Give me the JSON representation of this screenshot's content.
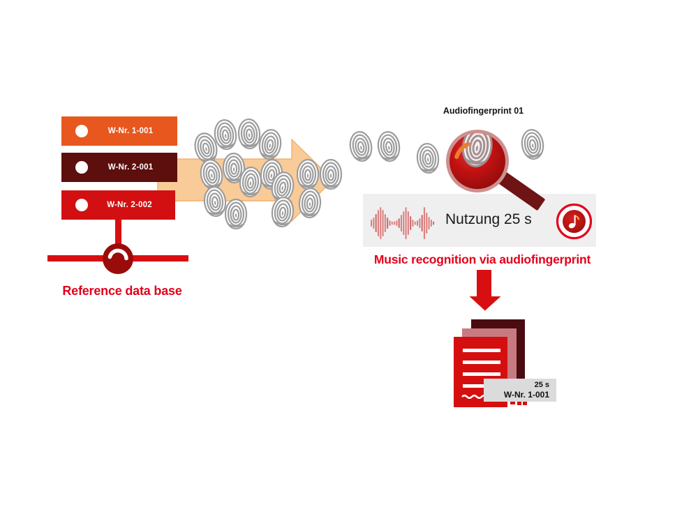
{
  "database": {
    "caption": "Reference data base",
    "servers": [
      {
        "label": "W-Nr. 1-001"
      },
      {
        "label": "W-Nr. 2-001"
      },
      {
        "label": "W-Nr. 2-002"
      }
    ]
  },
  "recognition": {
    "title": "Audiofingerprint 01",
    "usage_text": "Nutzung 25 s",
    "caption": "Music recognition via audiofingerprint"
  },
  "result": {
    "duration": "25 s",
    "work_number": "W-Nr. 1-001"
  },
  "waveform": {
    "bar_heights": [
      10,
      16,
      26,
      38,
      46,
      38,
      26,
      16,
      8,
      5,
      5,
      8,
      14,
      24,
      34,
      46,
      34,
      20,
      10,
      5,
      8,
      14,
      24,
      46,
      30,
      18,
      10,
      5
    ],
    "bar_color": "#DB8181",
    "accent_color": "#CE6B6B"
  },
  "colors": {
    "brand_red": "#E3001B",
    "line_red": "#D80F10",
    "server_orange": "#E8571E",
    "server_maroon": "#5C0F0D",
    "server_red": "#D21011",
    "arrow_light_orange": "#F9C894",
    "arrow_outline": "#F1A95F",
    "fingerprint_gray": "#9C9C9C",
    "panel_gray": "#F0EFEF",
    "label_gray": "#DBDBDB",
    "db_circle": "#9A0B0B",
    "magnifier_handle": "#6E1414",
    "magnifier_rim": "#CE8F8F",
    "doc_back": "#4A0C10",
    "doc_middle": "#C77B81",
    "doc_front": "#D50F10",
    "note_flag_orange": "#F2A33C"
  }
}
